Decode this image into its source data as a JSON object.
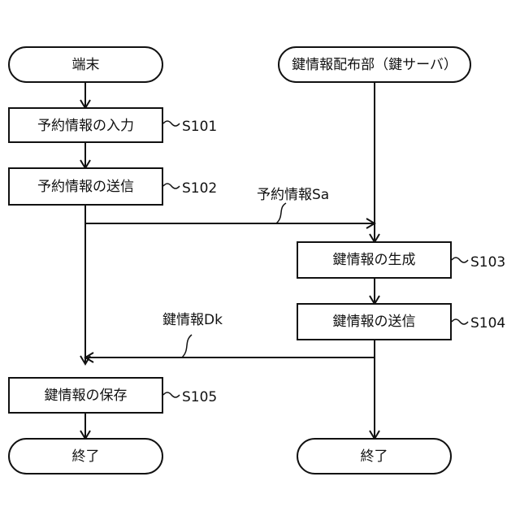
{
  "lanes": {
    "left_start": "端末",
    "right_start": "鍵情報配布部（鍵サーバ）"
  },
  "steps": {
    "s101": {
      "label": "予約情報の入力",
      "id": "S101"
    },
    "s102": {
      "label": "予約情報の送信",
      "id": "S102"
    },
    "s103": {
      "label": "鍵情報の生成",
      "id": "S103"
    },
    "s104": {
      "label": "鍵情報の送信",
      "id": "S104"
    },
    "s105": {
      "label": "鍵情報の保存",
      "id": "S105"
    }
  },
  "ends": {
    "left_end": "終了",
    "right_end": "終了"
  },
  "messages": {
    "reservation": "予約情報Sa",
    "key": "鍵情報Dk"
  }
}
